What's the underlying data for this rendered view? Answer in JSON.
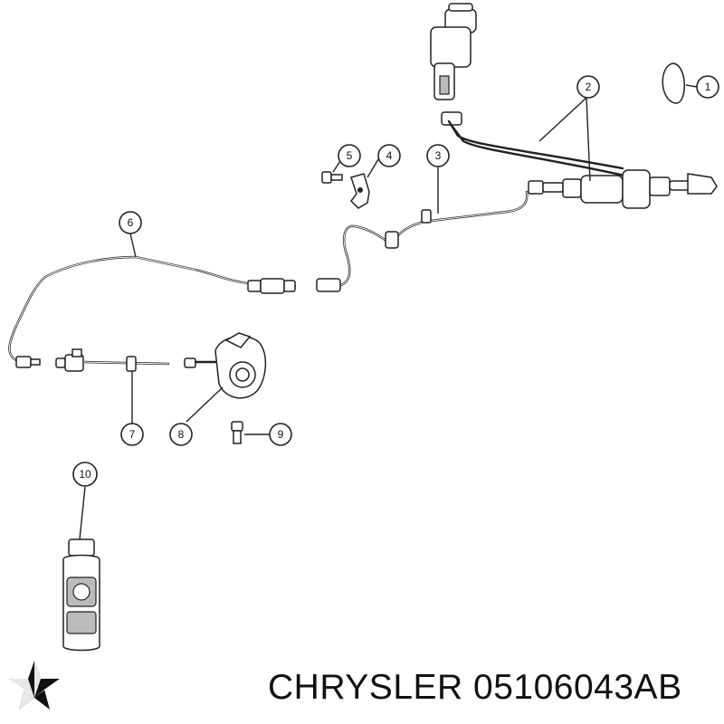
{
  "callouts": [
    {
      "id": "1",
      "label": "1"
    },
    {
      "id": "2",
      "label": "2"
    },
    {
      "id": "3",
      "label": "3"
    },
    {
      "id": "4",
      "label": "4"
    },
    {
      "id": "5",
      "label": "5"
    },
    {
      "id": "6",
      "label": "6"
    },
    {
      "id": "7",
      "label": "7"
    },
    {
      "id": "8",
      "label": "8"
    },
    {
      "id": "9",
      "label": "9"
    },
    {
      "id": "10",
      "label": "10"
    }
  ],
  "footer": {
    "brand": "CHRYSLER",
    "part_number": "05106043AB"
  },
  "logo": {
    "icon": "pentastar-icon",
    "color": "#111111"
  }
}
